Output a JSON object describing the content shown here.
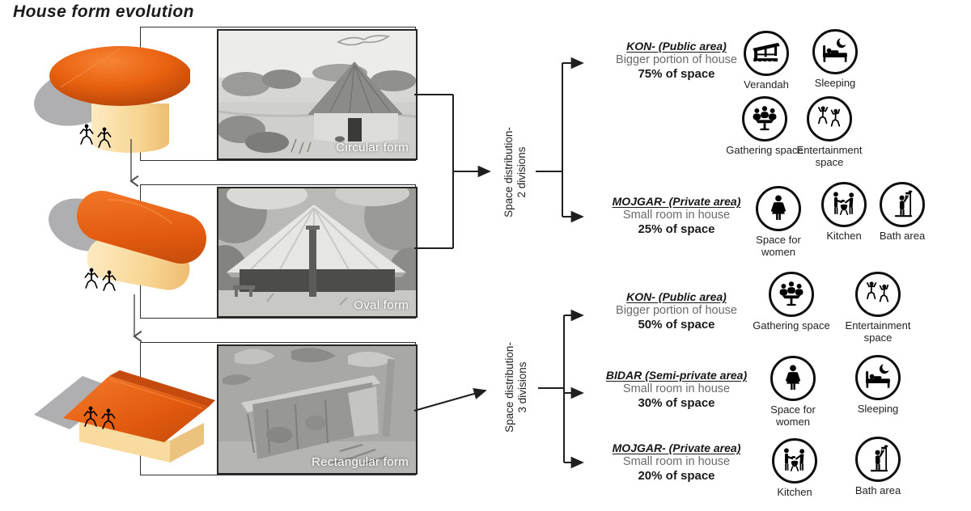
{
  "title": "House form evolution",
  "rows": [
    {
      "form": "circular",
      "photo_label": "Circular form"
    },
    {
      "form": "oval",
      "photo_label": "Oval form"
    },
    {
      "form": "rectangular",
      "photo_label": "Rectangular form"
    }
  ],
  "groups": [
    {
      "distribution": {
        "line1": "Space distribution-",
        "line2": "2 divisions"
      },
      "areas": [
        {
          "heading": "KON- (Public area)",
          "description": "Bigger portion of house",
          "share": "75% of space",
          "icons": [
            {
              "name": "verandah-icon",
              "label": "Verandah"
            },
            {
              "name": "sleeping-icon",
              "label": "Sleeping"
            },
            {
              "name": "gathering-space-icon",
              "label": "Gathering space"
            },
            {
              "name": "entertainment-space-icon",
              "label": "Entertainment space"
            }
          ]
        },
        {
          "heading": "MOJGAR- (Private area)",
          "description": "Small room in house",
          "share": "25% of space",
          "icons": [
            {
              "name": "space-for-women-icon",
              "label": "Space for women"
            },
            {
              "name": "kitchen-icon",
              "label": "Kitchen"
            },
            {
              "name": "bath-area-icon",
              "label": "Bath area"
            }
          ]
        }
      ]
    },
    {
      "distribution": {
        "line1": "Space distribution-",
        "line2": "3 divisions"
      },
      "areas": [
        {
          "heading": "KON- (Public area)",
          "description": "Bigger portion of house",
          "share": "50% of space",
          "icons": [
            {
              "name": "gathering-space-icon",
              "label": "Gathering space"
            },
            {
              "name": "entertainment-space-icon",
              "label": "Entertainment space"
            }
          ]
        },
        {
          "heading": "BIDAR (Semi-private area)",
          "description": "Small room in house",
          "share": "30% of space",
          "icons": [
            {
              "name": "space-for-women-icon",
              "label": "Space for women"
            },
            {
              "name": "sleeping-icon",
              "label": "Sleeping"
            }
          ]
        },
        {
          "heading": "MOJGAR- (Private area)",
          "description": "Small room in house",
          "share": "20% of space",
          "icons": [
            {
              "name": "kitchen-icon",
              "label": "Kitchen"
            },
            {
              "name": "bath-area-icon",
              "label": "Bath area"
            }
          ]
        }
      ]
    }
  ],
  "colors": {
    "roof_orange": "#e8610f",
    "roof_highlight": "#f68434",
    "roof_dark": "#b5430a",
    "wall_cream": "#f8d694",
    "shadow_gray": "#a2a2a4",
    "line_black": "#1f1f1f"
  }
}
